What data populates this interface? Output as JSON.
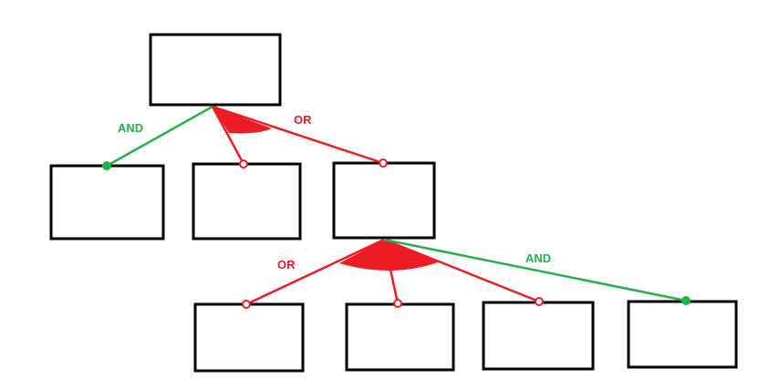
{
  "labels": {
    "and_top": "AND",
    "or_top": "OR",
    "or_bottom": "OR",
    "and_bottom": "AND"
  },
  "colors": {
    "and": "#22b14c",
    "or": "#ed1c24",
    "box_stroke": "#000000",
    "background": "#ffffff"
  }
}
